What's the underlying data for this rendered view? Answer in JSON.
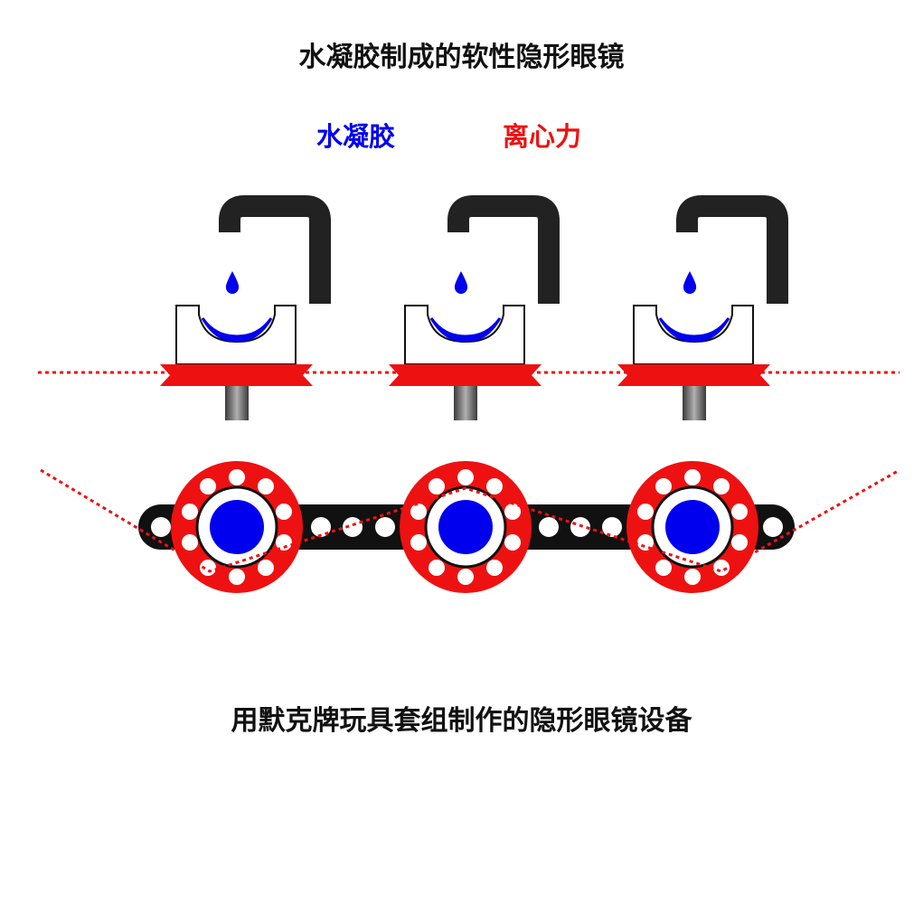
{
  "title": "水凝胶制成的软性隐形眼镜",
  "labels": {
    "hydrogel": "水凝胶",
    "centrifugal_force": "离心力"
  },
  "caption": "用默克牌玩具套组制作的隐形眼镜设备",
  "colors": {
    "hydrogel": "#0000ee",
    "force": "#ee1111",
    "frame": "#222222",
    "text": "#111111"
  }
}
